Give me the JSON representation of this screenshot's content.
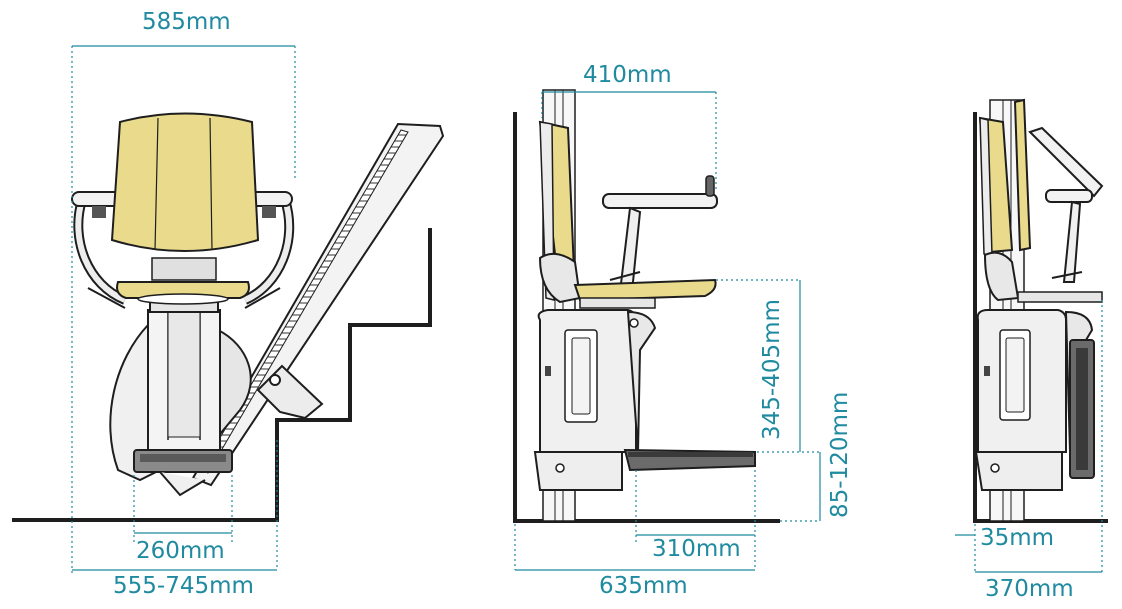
{
  "colors": {
    "dimension": "#1f8aa0",
    "seat": "#eadb8c",
    "outline": "#1e1e1e",
    "body": "#f0f0f0"
  },
  "front_view": {
    "width_top": "585mm",
    "footrest_width": "260mm",
    "overall_width": "555-745mm"
  },
  "side_view": {
    "seat_depth": "410mm",
    "seat_height": "345-405mm",
    "footrest_height": "85-120mm",
    "footrest_depth": "310mm",
    "overall_depth": "635mm"
  },
  "folded_view": {
    "wall_gap": "35mm",
    "folded_depth": "370mm"
  }
}
